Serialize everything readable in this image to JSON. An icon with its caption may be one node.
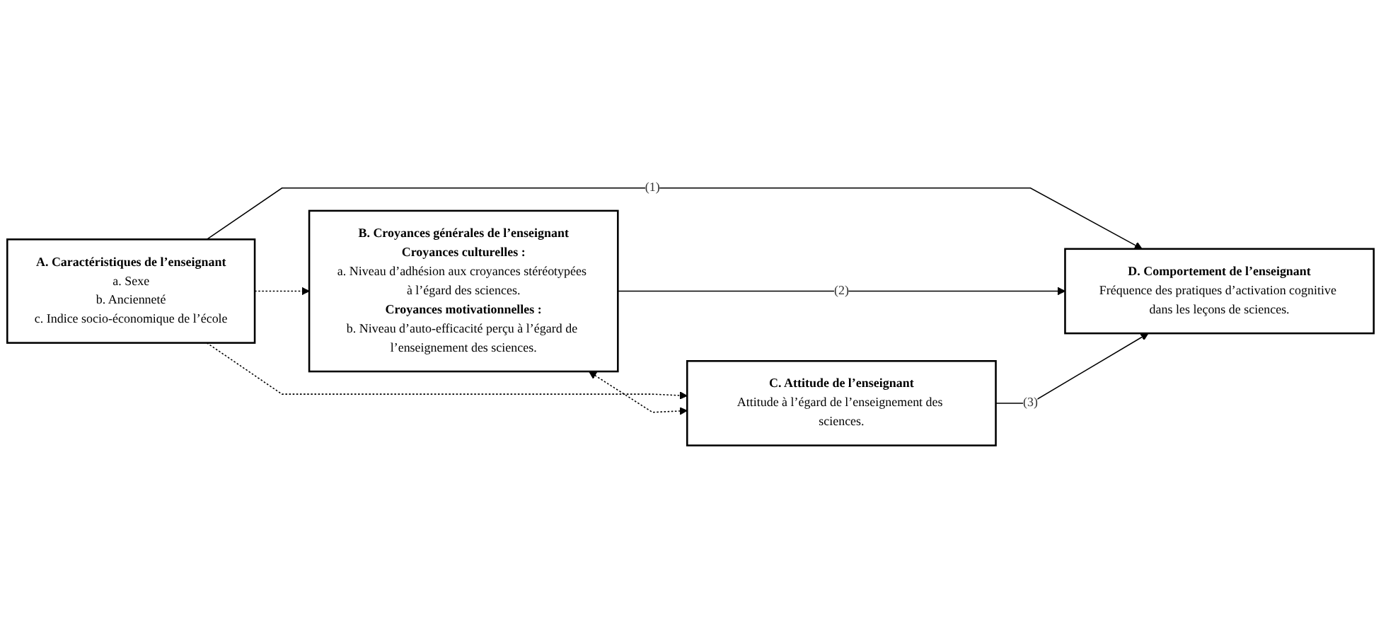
{
  "diagram": {
    "nodes": [
      {
        "text": [
          "A. Caractéristiques de l’enseignant",
          "a. Sexe",
          "b. Ancienneté",
          "c. Indice socio-économique de l’école"
        ]
      },
      {
        "text": [
          "B. Croyances générales de l’enseignant",
          "Croyances culturelles :",
          "a. Niveau d’adhésion aux croyances stéréotypées à l’égard des sciences.",
          "Croyances motivationnelles :",
          "b. Niveau d’auto-efficacité perçu à l’égard de l’enseignement des sciences."
        ]
      },
      {
        "text": [
          "C. Attitude de l’enseignant",
          "Attitude à l’égard de l’enseignement des sciences."
        ]
      },
      {
        "text": [
          "D. Comportement de l’enseignant",
          "Fréquence des pratiques d’activation cognitive dans les leçons de sciences."
        ]
      }
    ],
    "edges": [
      {
        "from": 0,
        "to": 3,
        "arrow": "to",
        "label": "(1)"
      },
      {
        "from": 0,
        "to": 1,
        "arrow": "to",
        "style": "dashed"
      },
      {
        "from": 0,
        "to": 2,
        "arrow": "to",
        "style": "dashed"
      },
      {
        "from": 1,
        "to": 2,
        "arrow": "both",
        "style": "dashed"
      },
      {
        "from": 1,
        "to": 3,
        "arrow": "to",
        "label": "(2)"
      },
      {
        "from": 2,
        "to": 3,
        "arrow": "to",
        "label": "(3)"
      }
    ]
  }
}
